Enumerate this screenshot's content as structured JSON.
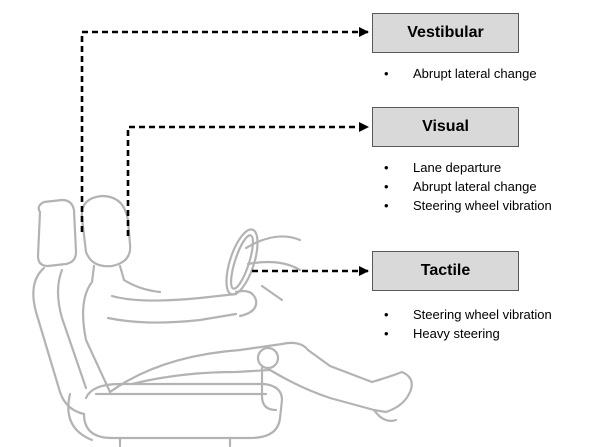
{
  "diagram": {
    "modalities": [
      {
        "label": "Vestibular",
        "cues": [
          "Abrupt lateral change"
        ]
      },
      {
        "label": "Visual",
        "cues": [
          "Lane departure",
          "Abrupt lateral change",
          "Steering wheel vibration"
        ]
      },
      {
        "label": "Tactile",
        "cues": [
          "Steering wheel vibration",
          "Heavy steering"
        ]
      }
    ],
    "colors": {
      "box_fill": "#d9d9d9",
      "box_border": "#595959",
      "driver_outline": "#b3b3b3",
      "arrow": "#000000"
    },
    "icons": [
      "driver-seated-icon",
      "steering-wheel-icon",
      "car-seat-icon"
    ]
  }
}
